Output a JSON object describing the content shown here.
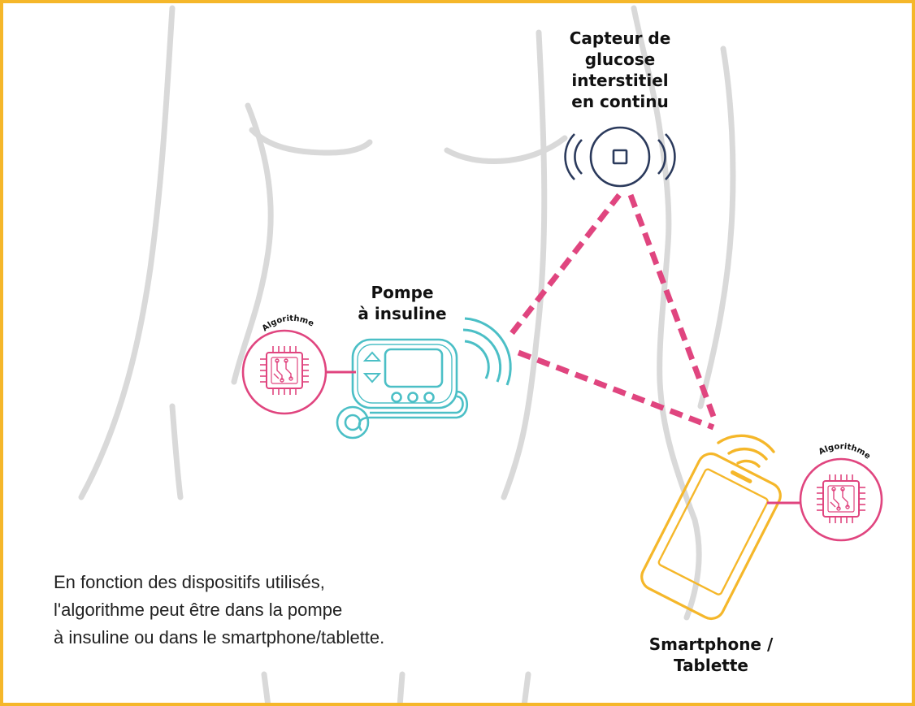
{
  "labels": {
    "sensor_line1": "Capteur de",
    "sensor_line2": "glucose",
    "sensor_line3": "interstitiel",
    "sensor_line4": "en continu",
    "pump_line1": "Pompe",
    "pump_line2": "à insuline",
    "phone_line1": "Smartphone /",
    "phone_line2": "Tablette",
    "algo_pump": "Algorithme",
    "algo_phone": "Algorithme"
  },
  "note": {
    "line1": "En fonction des dispositifs utilisés,",
    "line2": "l'algorithme peut être dans la pompe",
    "line3": "à insuline ou dans le smartphone/tablette."
  },
  "colors": {
    "frame": "#F5B72A",
    "body_outline": "#D9D9D9",
    "sensor": "#2B3A5C",
    "pump": "#4BBFC6",
    "phone": "#F5B72A",
    "algorithm": "#E0457F",
    "connection": "#E0457F"
  },
  "icons": {
    "sensor": "round-sensor-icon",
    "pump": "insulin-pump-icon",
    "phone": "smartphone-icon",
    "algorithm": "circuit-chip-icon"
  }
}
